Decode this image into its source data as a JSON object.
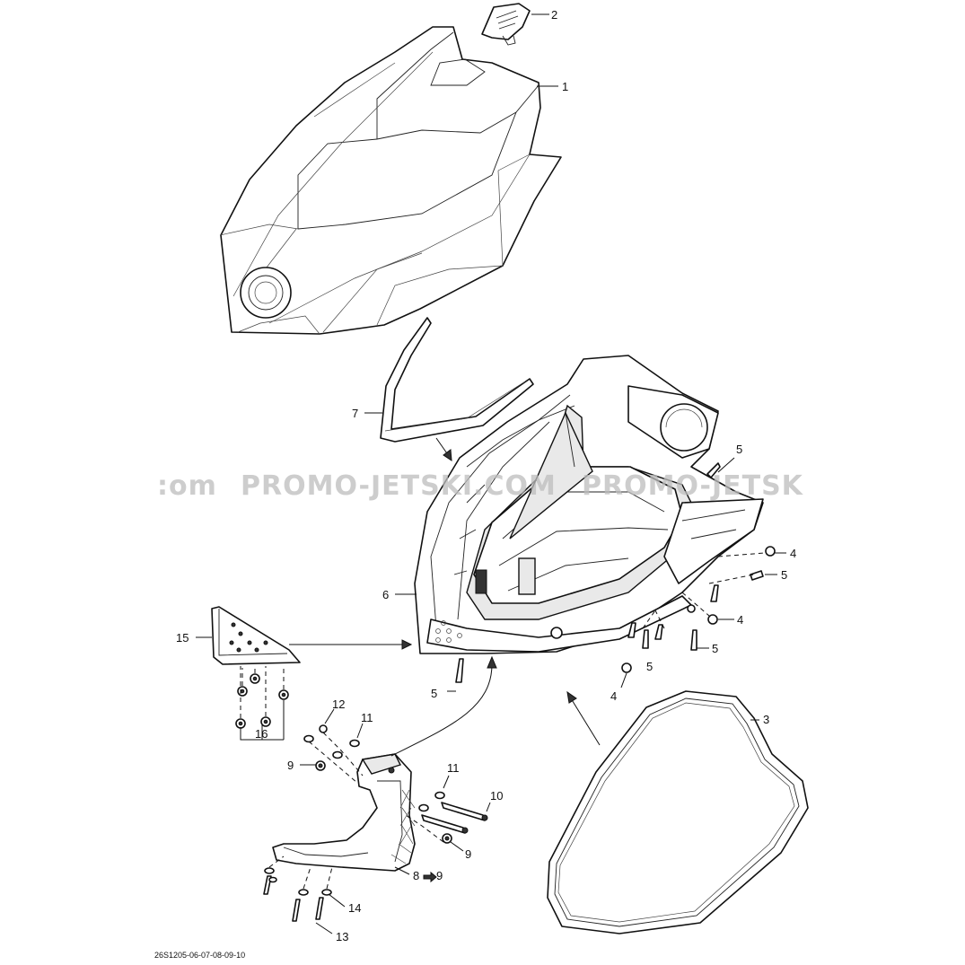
{
  "watermark": {
    "text_left": ":om",
    "text_middle": "PROMO-JETSKI.COM",
    "text_right": "PROMO-JETSK"
  },
  "callouts": {
    "c1": "1",
    "c2": "2",
    "c3": "3",
    "c4a": "4",
    "c4b": "4",
    "c4c": "4",
    "c5a": "5",
    "c5b": "5",
    "c5c": "5",
    "c5d": "5",
    "c5e": "5",
    "c6": "6",
    "c7": "7",
    "c8": "8",
    "c8ref": "9",
    "c9a": "9",
    "c9b": "9",
    "c10": "10",
    "c11a": "11",
    "c11b": "11",
    "c12": "12",
    "c13": "13",
    "c14": "14",
    "c15": "15",
    "c16": "16"
  },
  "reference_code": "26S1205-06-07-08-09-10"
}
